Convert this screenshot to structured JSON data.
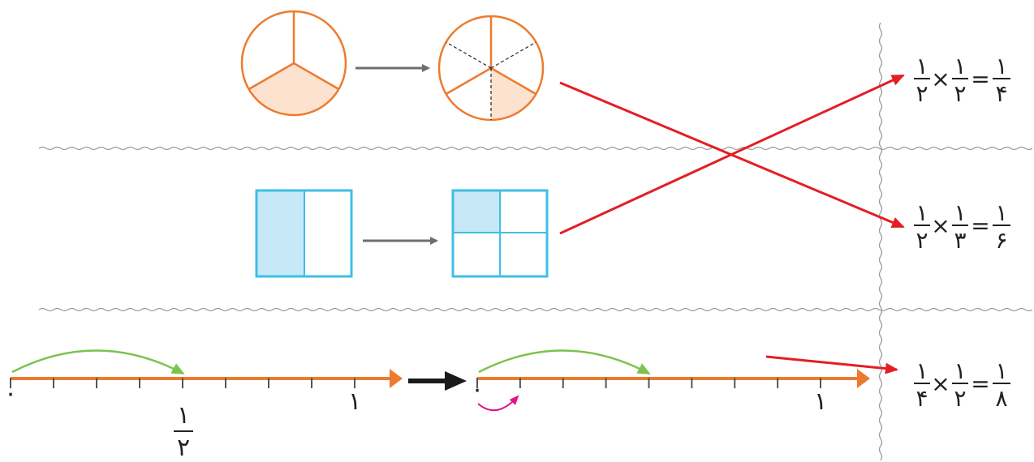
{
  "colors": {
    "orange": "#EE7A2D",
    "orange_fill": "#FCE2CF",
    "blue": "#3EBFE6",
    "blue_fill": "#C6E8F7",
    "red": "#E31E24",
    "green": "#7DC24B",
    "magenta": "#E4118A",
    "gray": "#6D6E71",
    "black": "#1A1A1A"
  },
  "equations": [
    {
      "a_num": "۱",
      "a_den": "۲",
      "op": "×",
      "b_num": "۱",
      "b_den": "۲",
      "eq": "=",
      "r_num": "۱",
      "r_den": "۴"
    },
    {
      "a_num": "۱",
      "a_den": "۲",
      "op": "×",
      "b_num": "۱",
      "b_den": "۳",
      "eq": "=",
      "r_num": "۱",
      "r_den": "۶"
    },
    {
      "a_num": "۱",
      "a_den": "۴",
      "op": "×",
      "b_num": "۱",
      "b_den": "۲",
      "eq": "=",
      "r_num": "۱",
      "r_den": "۸"
    }
  ],
  "number_lines": {
    "first": {
      "zero": "۰",
      "one": "۱",
      "half_num": "۱",
      "half_den": "۲"
    },
    "second": {
      "zero": "۰",
      "one": "۱"
    }
  }
}
